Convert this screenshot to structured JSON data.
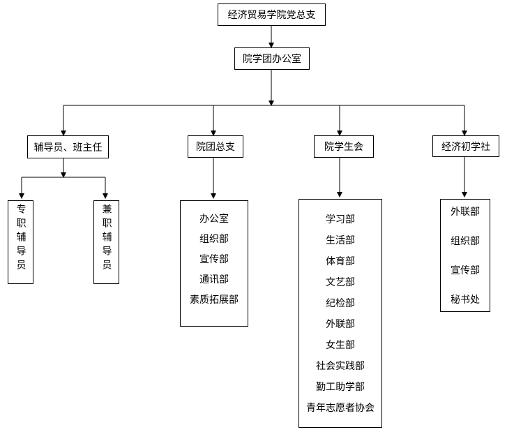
{
  "nodes": {
    "root": "经济贸易学院党总支",
    "office": "院学团办公室",
    "counselors": "辅导员、班主任",
    "league": "院团总支",
    "student_union": "院学生会",
    "economics_club": "经济初学社",
    "fulltime": "专职辅导员",
    "parttime": "兼职辅导员"
  },
  "league_departments": [
    "办公室",
    "组织部",
    "宣传部",
    "通讯部",
    "素质拓展部"
  ],
  "union_departments": [
    "学习部",
    "生活部",
    "体育部",
    "文艺部",
    "纪检部",
    "外联部",
    "女生部",
    "社会实践部",
    "勤工助学部",
    "青年志愿者协会"
  ],
  "club_departments": [
    "外联部",
    "组织部",
    "宣传部",
    "秘书处"
  ]
}
